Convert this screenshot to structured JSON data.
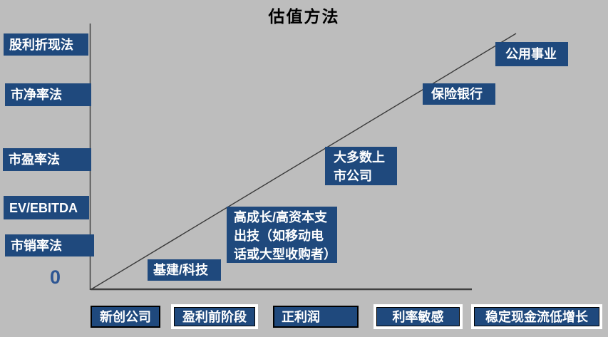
{
  "title": "估值方法",
  "origin_label": "0",
  "y_axis_methods": [
    "股利折现法",
    "市净率法",
    "市盈率法",
    "EV/EBITDA",
    "市销率法"
  ],
  "trend_labels": {
    "infrastructure_tech": "基建/科技",
    "high_growth_capex": "高成长/高资本支\n出技（如移动电\n话或大型收购者）",
    "most_listed_companies": "大多数上\n市公司",
    "insurance_banks": "保险银行",
    "utilities": "公用事业"
  },
  "x_axis_stages": [
    "新创公司",
    "盈利前阶段",
    "正利润",
    "利率敏感",
    "稳定现金流低增长"
  ],
  "colors": {
    "background": "#BDBDBD",
    "box_fill": "#1F497D",
    "box_text": "#FFFFFF",
    "axis_line": "#404040",
    "trend_line": "#3A3A3A",
    "origin_text": "#2E5693",
    "title_text": "#000000",
    "stage_border_black": "#000000",
    "stage_border_white": "#FFFFFF"
  }
}
